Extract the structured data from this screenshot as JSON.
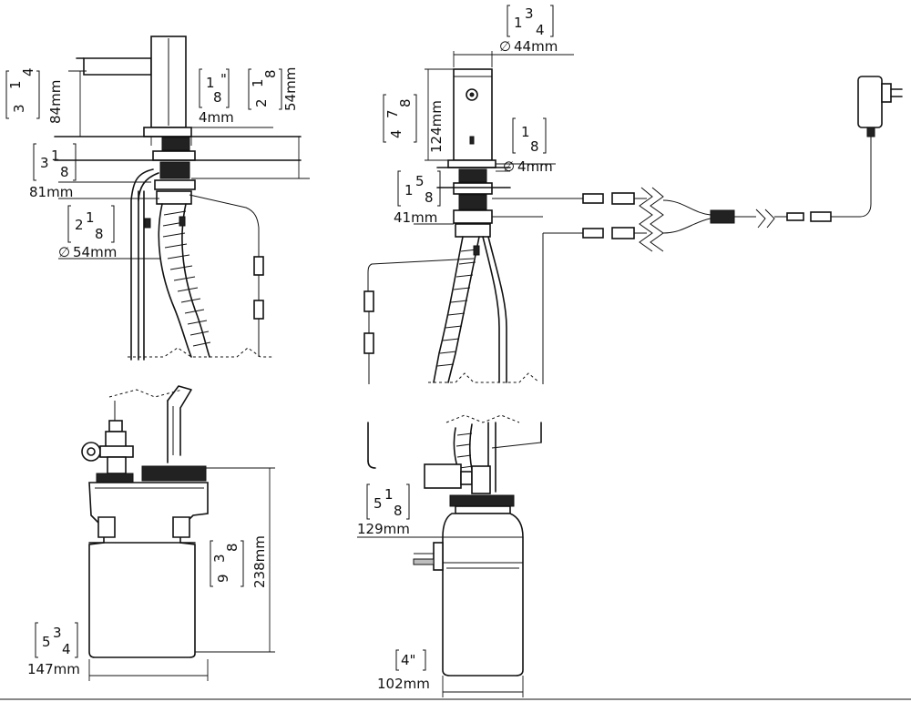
{
  "side_view": {
    "spout_height": {
      "inch_whole": "3",
      "inch_num": "1",
      "inch_den": "4",
      "mm": "84mm"
    },
    "thickness": {
      "inch_num": "1",
      "inch_den": "8",
      "quote": "\"",
      "mm": "4mm"
    },
    "body_height": {
      "inch_whole": "2",
      "inch_num": "1",
      "inch_den": "8",
      "mm": "54mm"
    },
    "reach": {
      "inch_whole": "3",
      "inch_num": "1",
      "inch_den": "8",
      "mm": "81mm"
    },
    "hole_dia": {
      "inch_whole": "2",
      "inch_num": "1",
      "inch_den": "8",
      "mm": "54mm",
      "dia_symbol": "∅"
    }
  },
  "front_view": {
    "top_dia": {
      "inch_whole": "1",
      "inch_num": "3",
      "inch_den": "4",
      "mm": "44mm",
      "dia_symbol": "∅"
    },
    "body_height": {
      "inch_whole": "4",
      "inch_num": "7",
      "inch_den": "8",
      "mm": "124mm"
    },
    "pin": {
      "inch_num": "1",
      "inch_den": "8",
      "mm": "4mm",
      "dia_symbol": "∅"
    },
    "shank": {
      "inch_whole": "1",
      "inch_num": "5",
      "inch_den": "8",
      "mm": "41mm"
    }
  },
  "bottle_side": {
    "height": {
      "inch_whole": "9",
      "inch_num": "3",
      "inch_den": "8",
      "mm": "238mm"
    },
    "width": {
      "inch_whole": "5",
      "inch_num": "3",
      "inch_den": "4",
      "mm": "147mm"
    }
  },
  "bottle_front": {
    "neck": {
      "inch_whole": "5",
      "inch_num": "1",
      "inch_den": "8",
      "mm": "129mm"
    },
    "width": {
      "inch": "4\"",
      "mm": "102mm"
    }
  },
  "icons": [
    "power-adapter-icon",
    "connector-icon",
    "cable-break-icon"
  ]
}
